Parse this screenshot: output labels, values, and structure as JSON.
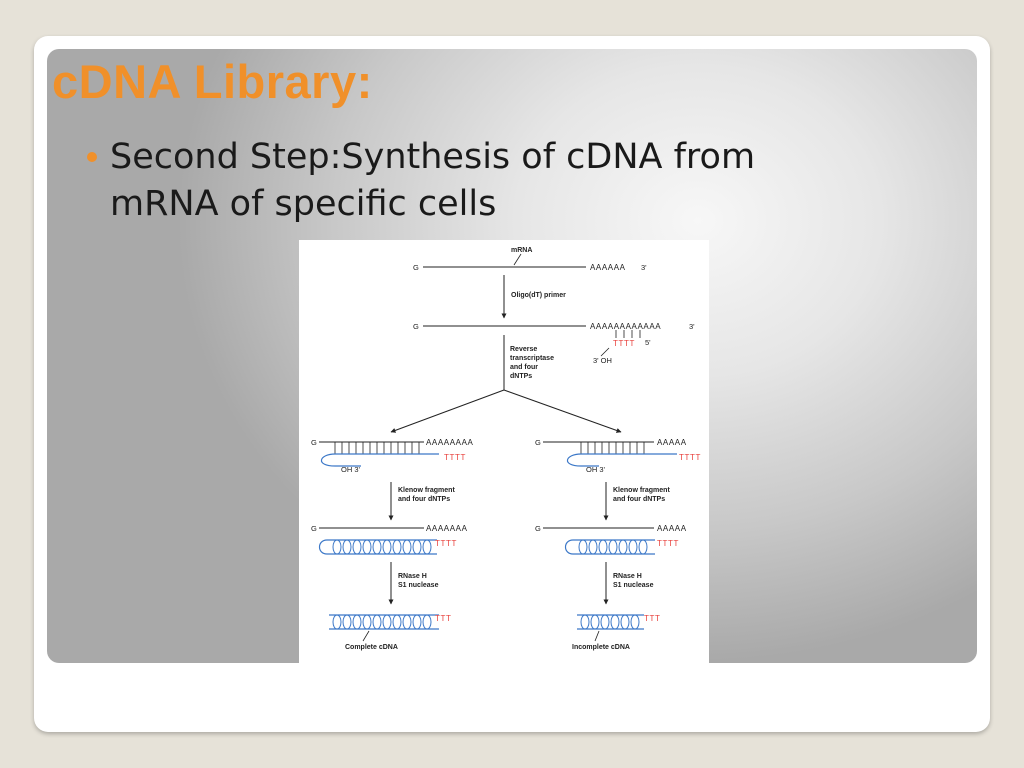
{
  "slide": {
    "title": "cDNA Library:",
    "bullet_lines": [
      "Second Step:Synthesis of cDNA from",
      "mRNA of specific cells"
    ]
  },
  "diagram": {
    "mrna_label": "mRNA",
    "five_prime": "G",
    "polyA_short": "AAAAAA",
    "three_prime": "3'",
    "step1_label": "Oligo(dT) primer",
    "polyA_long": "AAAAAAAAAAAA",
    "primer_five": "5'",
    "oh_label": "3' OH",
    "step2_label": [
      "Reverse",
      "transcriptase",
      "and four",
      "dNTPs"
    ],
    "left_polyA": "AAAAAAAA",
    "right_polyA": "AAAAA",
    "oh3": "OH 3'",
    "klenow_label": [
      "Klenow fragment",
      "and four dNTPs"
    ],
    "left_polyA2": "AAAAAAA",
    "right_polyA2": "AAAAA",
    "rnase_label": [
      "RNase H",
      "S1 nuclease"
    ],
    "complete_label": "Complete cDNA",
    "incomplete_label": "Incomplete cDNA",
    "colors": {
      "dna_blue": "#3c78c8",
      "primer_red": "#e8403c",
      "accent_orange": "#f0902a"
    }
  }
}
